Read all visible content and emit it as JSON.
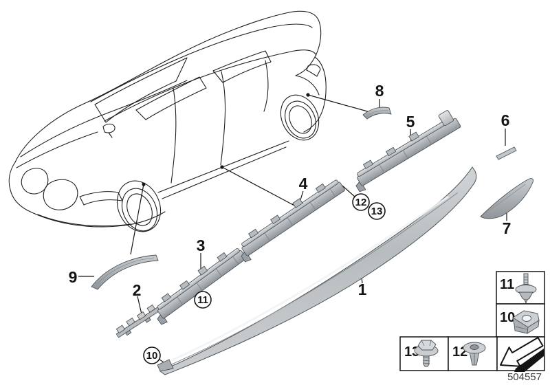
{
  "callouts": {
    "1": "1",
    "2": "2",
    "3": "3",
    "4": "4",
    "5": "5",
    "6": "6",
    "7": "7",
    "8": "8",
    "9": "9",
    "10": "10",
    "11": "11",
    "12": "12",
    "13": "13"
  },
  "legend": {
    "cells": {
      "11": "11",
      "10": "10",
      "13": "13",
      "12": "12"
    },
    "icons": {
      "11": "expanding-rivet-pin-icon",
      "10": "cage-nut-icon",
      "13": "hex-screw-washer-icon",
      "12": "expanding-rivet-icon",
      "arrow": "direction-arrow-icon"
    }
  },
  "footer": {
    "diagram_code": "504557"
  },
  "colors": {
    "line": "#1d1d1b",
    "part_light": "#dfe2e3",
    "part_mid": "#b4b9bd",
    "part_dark": "#8f959a"
  }
}
